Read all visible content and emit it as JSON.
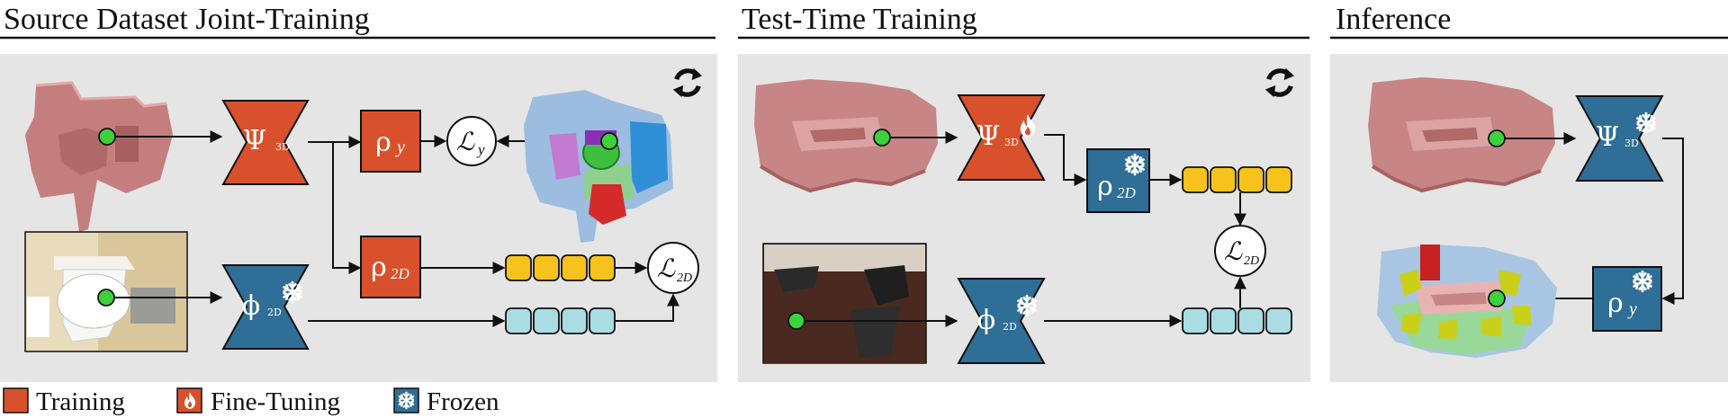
{
  "titles": {
    "source": "Source Dataset Joint-Training",
    "ttt": "Test-Time Training",
    "inference": "Inference"
  },
  "legend": {
    "training": "Training",
    "finetuning": "Fine-Tuning",
    "frozen": "Frozen"
  },
  "symbols": {
    "psi": "Ψ",
    "phi": "ϕ",
    "rho": "ρ",
    "loss": "ℒ",
    "sub_3d": "3D",
    "sub_2d": "2D",
    "sub_y": "y"
  },
  "colors": {
    "training": "#d9512c",
    "frozen": "#2f6e96",
    "panel_bg": "#e5e5e5",
    "feature_yellow": "#f6c21b",
    "feature_blue": "#a9dde3",
    "point_green": "#3cd23c",
    "mesh_pink": "#c47e7e"
  },
  "icons": {
    "snowflake": "❄",
    "flame": "🔥",
    "cycle": "cycle-arrows-icon"
  }
}
